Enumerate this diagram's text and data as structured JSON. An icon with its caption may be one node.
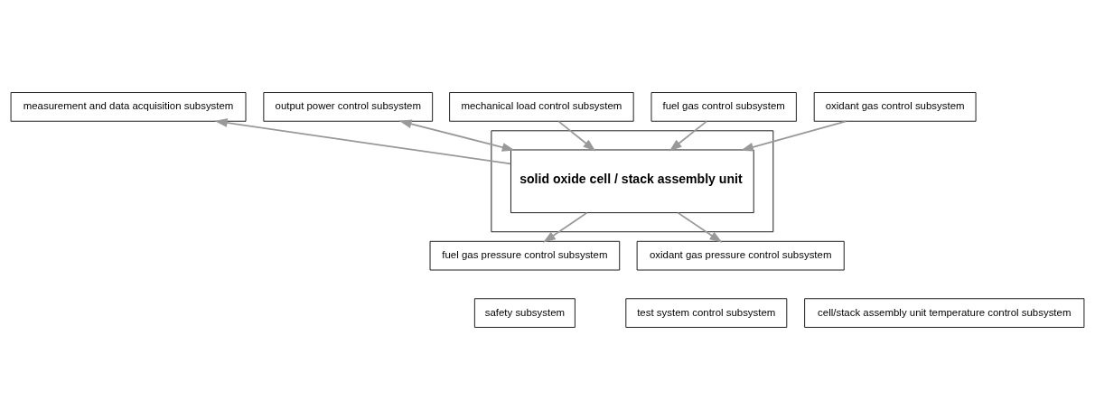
{
  "diagram": {
    "nodes": [
      {
        "text": [
          "measurement and data acquisition subsystem"
        ]
      },
      {
        "text": [
          "output power control subsystem"
        ]
      },
      {
        "text": [
          "mechanical load control subsystem"
        ]
      },
      {
        "text": [],
        "shape": "box"
      },
      {
        "text": [
          "solid oxide cell / stack assembly unit"
        ],
        "in": 3
      },
      {
        "text": [
          "fuel gas control subsystem"
        ]
      },
      {
        "text": [
          "oxidant gas control subsystem"
        ]
      },
      {
        "text": [
          "fuel gas pressure control subsystem"
        ]
      },
      {
        "text": [
          "oxidant gas pressure control subsystem"
        ]
      },
      {
        "text": [
          "safety subsystem"
        ]
      },
      {
        "text": [
          "test system control subsystem"
        ]
      },
      {
        "text": [
          "cell/stack assembly unit temperature control subsystem"
        ]
      }
    ],
    "edges": [
      {
        "from": 4,
        "to": 0,
        "arrow": "to"
      },
      {
        "from": 1,
        "to": 4,
        "arrow": "both"
      },
      {
        "from": 2,
        "to": 4,
        "arrow": "to"
      },
      {
        "from": 5,
        "to": 4,
        "arrow": "to"
      },
      {
        "from": 6,
        "to": 4,
        "arrow": "to"
      },
      {
        "from": 4,
        "to": 7,
        "arrow": "to"
      },
      {
        "from": 4,
        "to": 8,
        "arrow": "to"
      }
    ]
  }
}
